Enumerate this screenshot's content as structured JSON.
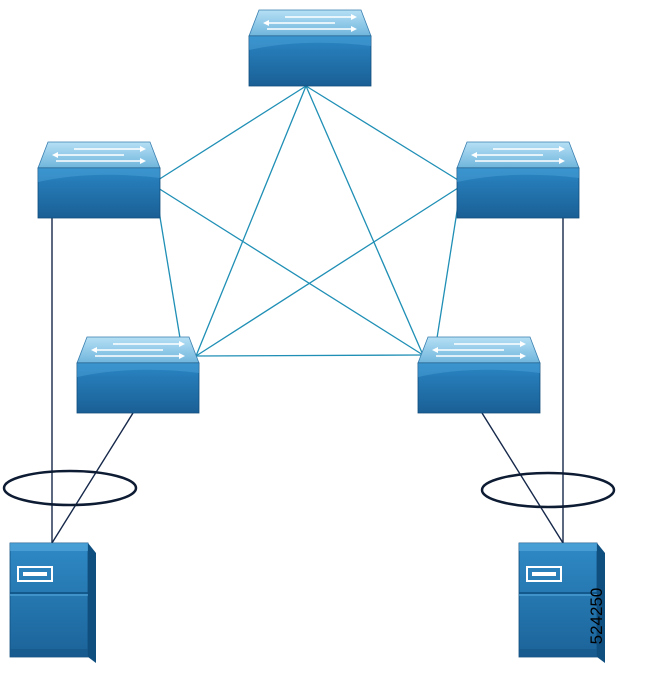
{
  "figure_id": "524250",
  "colors": {
    "mesh_link": "#1f8fb5",
    "host_link": "#16284a",
    "port_channel": "#0d1b33",
    "device_front": "#1f6fa8",
    "device_top": "#9fd0ec",
    "device_side": "#0f4f80",
    "arrow": "#ffffff"
  },
  "devices": [
    {
      "id": "switch-top",
      "kind": "switch"
    },
    {
      "id": "switch-upper-left",
      "kind": "switch"
    },
    {
      "id": "switch-upper-right",
      "kind": "switch"
    },
    {
      "id": "switch-lower-left",
      "kind": "switch"
    },
    {
      "id": "switch-lower-right",
      "kind": "switch"
    },
    {
      "id": "server-left",
      "kind": "server"
    },
    {
      "id": "server-right",
      "kind": "server"
    }
  ],
  "mesh_links": [
    [
      "switch-top",
      "switch-upper-left"
    ],
    [
      "switch-top",
      "switch-upper-right"
    ],
    [
      "switch-top",
      "switch-lower-left"
    ],
    [
      "switch-top",
      "switch-lower-right"
    ],
    [
      "switch-upper-left",
      "switch-lower-left"
    ],
    [
      "switch-upper-left",
      "switch-lower-right"
    ],
    [
      "switch-upper-right",
      "switch-lower-left"
    ],
    [
      "switch-upper-right",
      "switch-lower-right"
    ],
    [
      "switch-lower-left",
      "switch-lower-right"
    ]
  ],
  "host_links": [
    [
      "server-left",
      "switch-upper-left"
    ],
    [
      "server-left",
      "switch-lower-left"
    ],
    [
      "server-right",
      "switch-upper-right"
    ],
    [
      "server-right",
      "switch-lower-right"
    ]
  ]
}
